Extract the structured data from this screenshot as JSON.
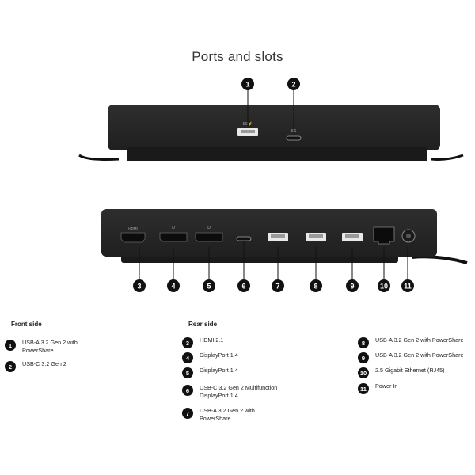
{
  "title": "Ports and slots",
  "front_callouts": [
    "1",
    "2"
  ],
  "rear_callouts": [
    "3",
    "4",
    "5",
    "6",
    "7",
    "8",
    "9",
    "10",
    "11"
  ],
  "legend": {
    "front_heading": "Front side",
    "rear_heading": "Rear side",
    "front": [
      {
        "num": "1",
        "label": "USB-A 3.2 Gen 2 with PowerShare"
      },
      {
        "num": "2",
        "label": "USB-C 3.2 Gen 2"
      }
    ],
    "rear_left": [
      {
        "num": "3",
        "label": "HDMI 2.1"
      },
      {
        "num": "4",
        "label": "DisplayPort 1.4"
      },
      {
        "num": "5",
        "label": "DisplayPort 1.4"
      },
      {
        "num": "6",
        "label": "USB-C 3.2 Gen 2 Multifunction DisplayPort 1.4"
      },
      {
        "num": "7",
        "label": "USB-A 3.2 Gen 2 with PowerShare"
      }
    ],
    "rear_right": [
      {
        "num": "8",
        "label": "USB-A 3.2 Gen 2 with PowerShare"
      },
      {
        "num": "9",
        "label": "USB-A 3.2 Gen 2 with PowerShare"
      },
      {
        "num": "10",
        "label": "2.5 Gigabit Ethernet (RJ45)"
      },
      {
        "num": "11",
        "label": "Power In"
      }
    ]
  }
}
